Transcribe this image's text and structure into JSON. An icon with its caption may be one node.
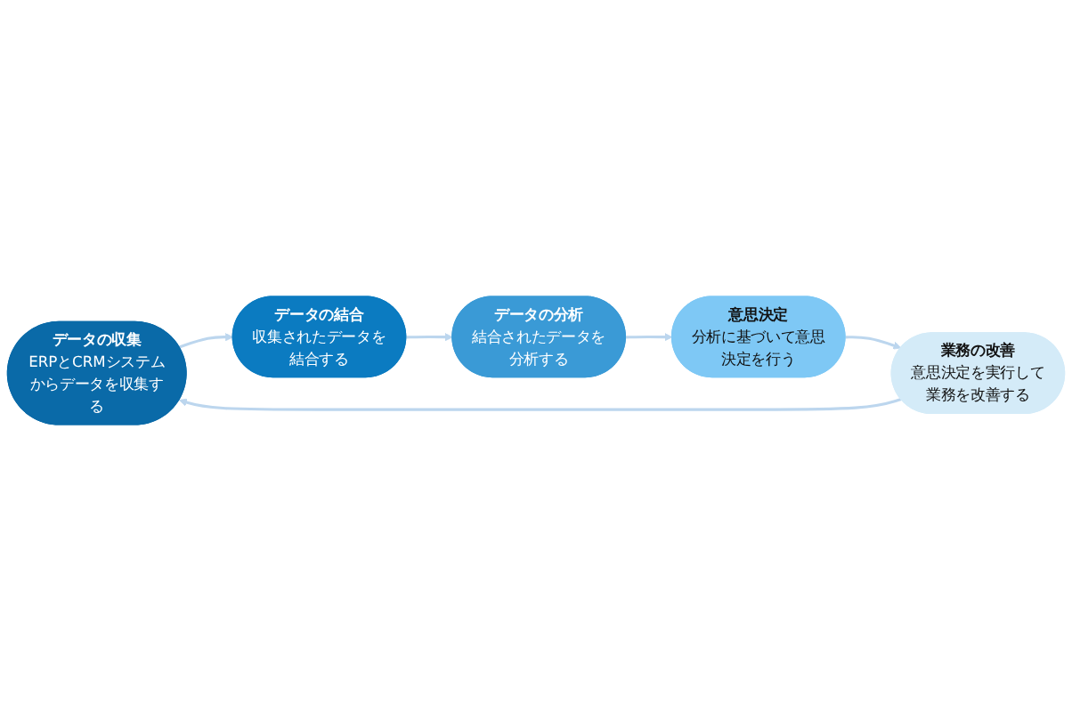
{
  "diagram": {
    "nodes": [
      {
        "text": [
          "データの収集",
          "ERPとCRMシステムからデータを収集する"
        ]
      },
      {
        "text": [
          "データの結合",
          "収集されたデータを結合する"
        ]
      },
      {
        "text": [
          "データの分析",
          "結合されたデータを分析する"
        ]
      },
      {
        "text": [
          "意思決定",
          "分析に基づいて意思決定を行う"
        ]
      },
      {
        "text": [
          "業務の改善",
          "意思決定を実行して業務を改善する"
        ]
      }
    ],
    "edges": [
      {
        "from": 0,
        "to": 1,
        "arrow": "to"
      },
      {
        "from": 1,
        "to": 2,
        "arrow": "to"
      },
      {
        "from": 2,
        "to": 3,
        "arrow": "to"
      },
      {
        "from": 3,
        "to": 4,
        "arrow": "to"
      },
      {
        "from": 4,
        "to": 0,
        "arrow": "to"
      }
    ]
  }
}
